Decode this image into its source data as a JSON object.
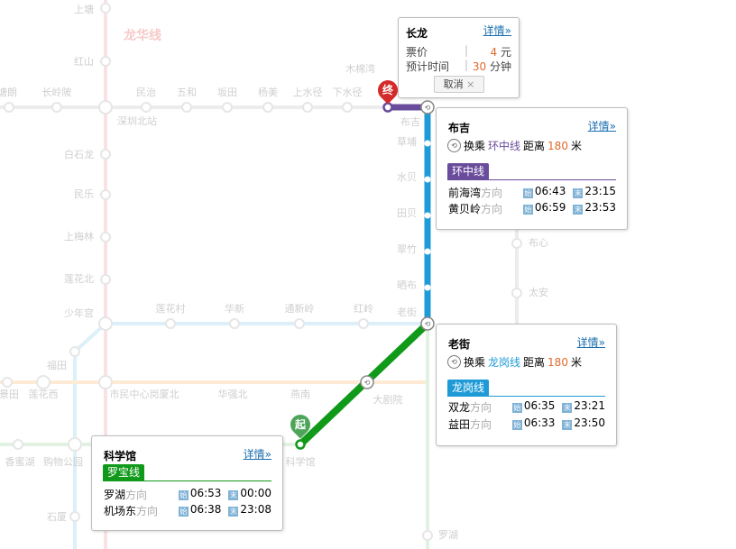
{
  "map": {
    "line_label": "龙华线",
    "background_stations": [
      "上塘",
      "红山",
      "塘朗",
      "长岭陂",
      "民治",
      "五和",
      "坂田",
      "杨美",
      "上水径",
      "下水径",
      "深圳北站",
      "白石龙",
      "民乐",
      "上梅林",
      "莲花北",
      "少年宫",
      "莲花村",
      "华新",
      "通新岭",
      "红岭",
      "福田",
      "景田",
      "莲花西",
      "市民中心岗厦北",
      "华强北",
      "燕南",
      "大剧院",
      "香蜜湖",
      "购物公园",
      "科学馆",
      "石厦",
      "罗湖",
      "布心",
      "太安",
      "草埔",
      "水贝",
      "田贝",
      "翠竹",
      "晒布",
      "布吉",
      "老街",
      "木棉湾"
    ],
    "route_colors": {
      "purple": "#6a4c9c",
      "blue": "#1e9bd7",
      "green": "#119a1a"
    },
    "start_marker": "起",
    "end_marker": "终"
  },
  "summary": {
    "station": "长龙",
    "detail_link": "详情»",
    "fare_label": "票价",
    "fare_value": "4",
    "fare_unit": "元",
    "time_label": "预计时间",
    "time_value": "30",
    "time_unit": "分钟",
    "cancel_label": "取消",
    "cancel_icon": "×"
  },
  "transfers": [
    {
      "station": "布吉",
      "detail_link": "详情»",
      "transfer_prefix": "换乘",
      "transfer_line": "环中线",
      "distance_label": "距离",
      "distance_value": "180",
      "distance_unit": "米",
      "line_name": "环中线",
      "line_color": "#6a4c9c",
      "directions": [
        {
          "name": "前海湾",
          "suffix": "方向",
          "first_badge": "始",
          "first": "06:43",
          "last_badge": "末",
          "last": "23:15"
        },
        {
          "name": "黄贝岭",
          "suffix": "方向",
          "first_badge": "始",
          "first": "06:59",
          "last_badge": "末",
          "last": "23:53"
        }
      ]
    },
    {
      "station": "老街",
      "detail_link": "详情»",
      "transfer_prefix": "换乘",
      "transfer_line": "龙岗线",
      "distance_label": "距离",
      "distance_value": "180",
      "distance_unit": "米",
      "line_name": "龙岗线",
      "line_color": "#1e9bd7",
      "directions": [
        {
          "name": "双龙",
          "suffix": "方向",
          "first_badge": "始",
          "first": "06:35",
          "last_badge": "末",
          "last": "23:21"
        },
        {
          "name": "益田",
          "suffix": "方向",
          "first_badge": "始",
          "first": "06:33",
          "last_badge": "末",
          "last": "23:50"
        }
      ]
    }
  ],
  "start": {
    "station": "科学馆",
    "detail_link": "详情»",
    "line_name": "罗宝线",
    "line_color": "#119a1a",
    "directions": [
      {
        "name": "罗湖",
        "suffix": "方向",
        "first_badge": "始",
        "first": "06:53",
        "last_badge": "末",
        "last": "00:00"
      },
      {
        "name": "机场东",
        "suffix": "方向",
        "first_badge": "始",
        "first": "06:38",
        "last_badge": "末",
        "last": "23:08"
      }
    ]
  }
}
